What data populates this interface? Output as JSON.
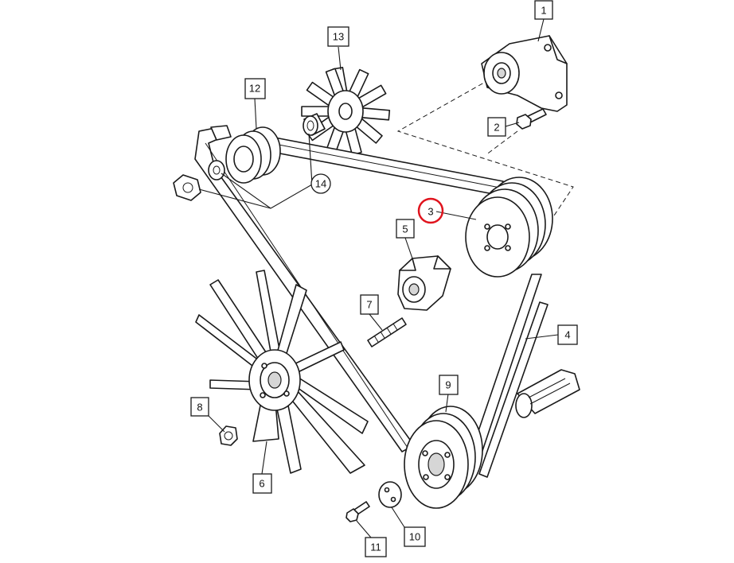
{
  "callouts": [
    {
      "id": "1",
      "label": "1"
    },
    {
      "id": "2",
      "label": "2"
    },
    {
      "id": "3",
      "label": "3"
    },
    {
      "id": "4",
      "label": "4"
    },
    {
      "id": "5",
      "label": "5"
    },
    {
      "id": "6",
      "label": "6"
    },
    {
      "id": "7",
      "label": "7"
    },
    {
      "id": "8",
      "label": "8"
    },
    {
      "id": "9",
      "label": "9"
    },
    {
      "id": "10",
      "label": "10"
    },
    {
      "id": "11",
      "label": "11"
    },
    {
      "id": "12",
      "label": "12"
    },
    {
      "id": "13",
      "label": "13"
    },
    {
      "id": "14",
      "label": "14"
    }
  ],
  "highlight": {
    "callout": "3",
    "color": "#e0141e"
  },
  "colors": {
    "line": "#1a1a1a",
    "background": "#ffffff"
  }
}
